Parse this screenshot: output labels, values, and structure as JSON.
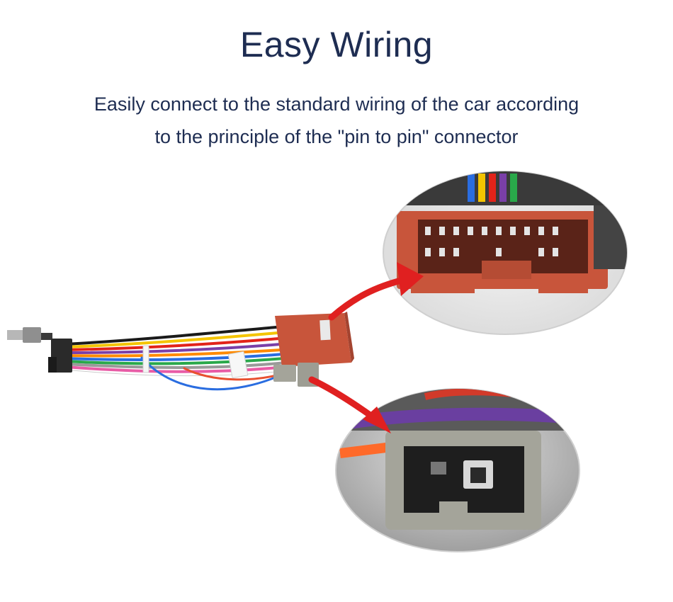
{
  "header": {
    "title": "Easy Wiring",
    "subtitle_line1": "Easily connect to the standard wiring of the car according",
    "subtitle_line2": "to the principle of the \"pin to pin\" connector"
  },
  "colors": {
    "title_text": "#1e2d52",
    "connector_main": "#c8553b",
    "connector_small": "#a4a49a",
    "arrow": "#e02020"
  },
  "icons": {
    "antenna_plug": "antenna-plug-icon",
    "arrow": "red-arrow-icon"
  }
}
